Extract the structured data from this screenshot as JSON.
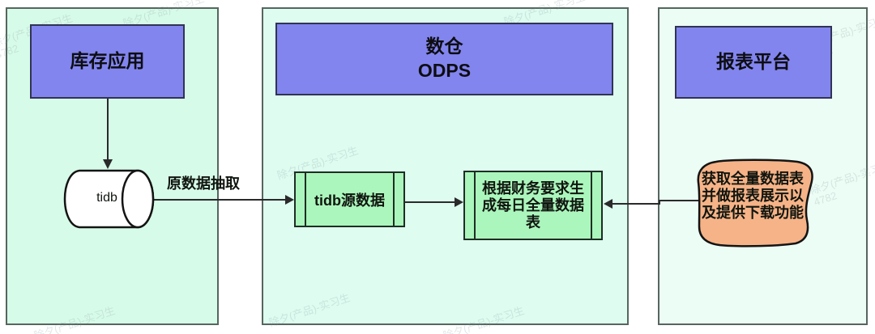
{
  "panels": {
    "inventory": {
      "title": "库存应用"
    },
    "warehouse": {
      "title_line1": "数仓",
      "title_line2": "ODPS"
    },
    "report": {
      "title": "报表平台"
    }
  },
  "nodes": {
    "tidb_db": {
      "label": "tidb",
      "shape": "cylinder"
    },
    "tidb_source": {
      "label": "tidb源数据",
      "shape": "subroutine"
    },
    "daily_table": {
      "label": "根据财务要求生成每日全量数据表",
      "shape": "subroutine"
    },
    "report_doc": {
      "label": "获取全量数据表并做报表展示以及提供下载功能",
      "shape": "curved-document"
    }
  },
  "edges": {
    "extract_label": "原数据抽取",
    "flows": [
      "库存应用 -> tidb",
      "tidb -> tidb源数据 (原数据抽取)",
      "tidb源数据 -> 根据财务要求生成每日全量数据表",
      "获取全量数据表并做报表展示以及提供下载功能 -> 根据财务要求生成每日全量数据表"
    ]
  },
  "watermark": {
    "name": "除夕(产品)-实习生",
    "code": "4782"
  },
  "colors": {
    "header_fill": "#8285ee",
    "panel_left_bg": "#d7fbe9",
    "panel_middle_bg": "#defcf0",
    "panel_right_bg": "#ecfdf5",
    "subroutine_fill": "#abf6bc",
    "document_fill": "#f6b387",
    "line": "#2a2a2a"
  }
}
